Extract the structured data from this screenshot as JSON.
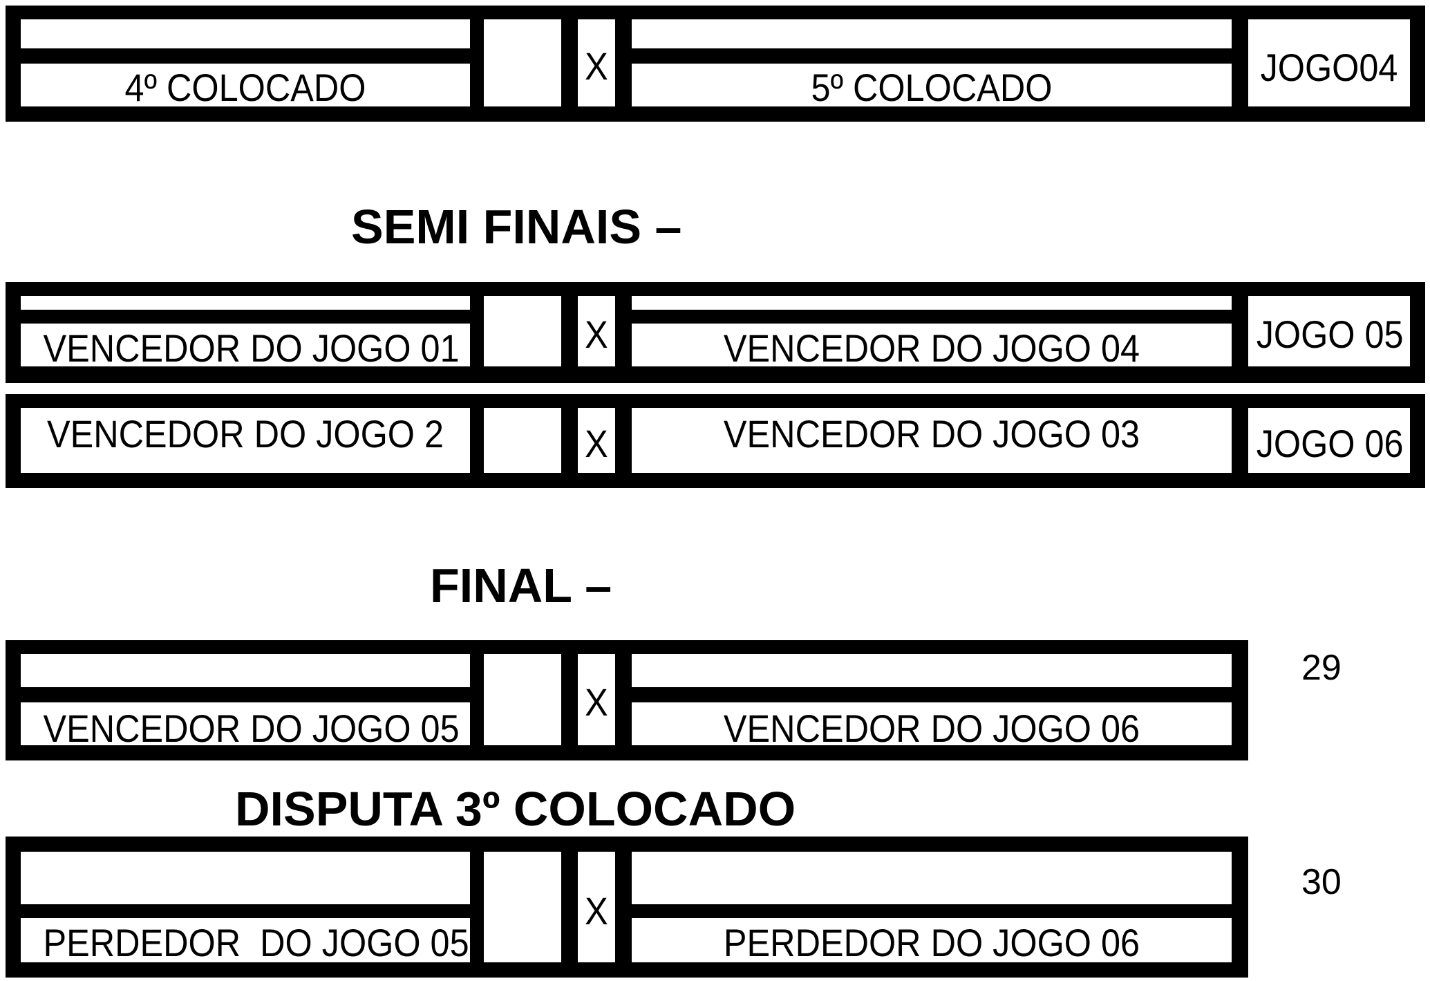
{
  "match_04": {
    "team_a": "4º COLOCADO",
    "versus": "X",
    "team_b": "5º COLOCADO",
    "game": "JOGO04"
  },
  "semifinals": {
    "heading": "SEMI FINAIS –",
    "match_05": {
      "team_a": "VENCEDOR DO JOGO 01",
      "versus": "X",
      "team_b": "VENCEDOR DO JOGO 04",
      "game": "JOGO 05"
    },
    "match_06": {
      "team_a": "VENCEDOR DO JOGO 2",
      "versus": "X",
      "team_b": "VENCEDOR DO JOGO 03",
      "game": "JOGO 06"
    }
  },
  "final": {
    "heading": "FINAL –",
    "team_a": "VENCEDOR DO JOGO 05",
    "versus": "X",
    "team_b": "VENCEDOR DO JOGO 06",
    "number": "29"
  },
  "third_place": {
    "heading": "DISPUTA 3º COLOCADO",
    "team_a": "PERDEDOR  DO JOGO 05",
    "versus": "X",
    "team_b": "PERDEDOR DO JOGO 06",
    "number": "30"
  }
}
